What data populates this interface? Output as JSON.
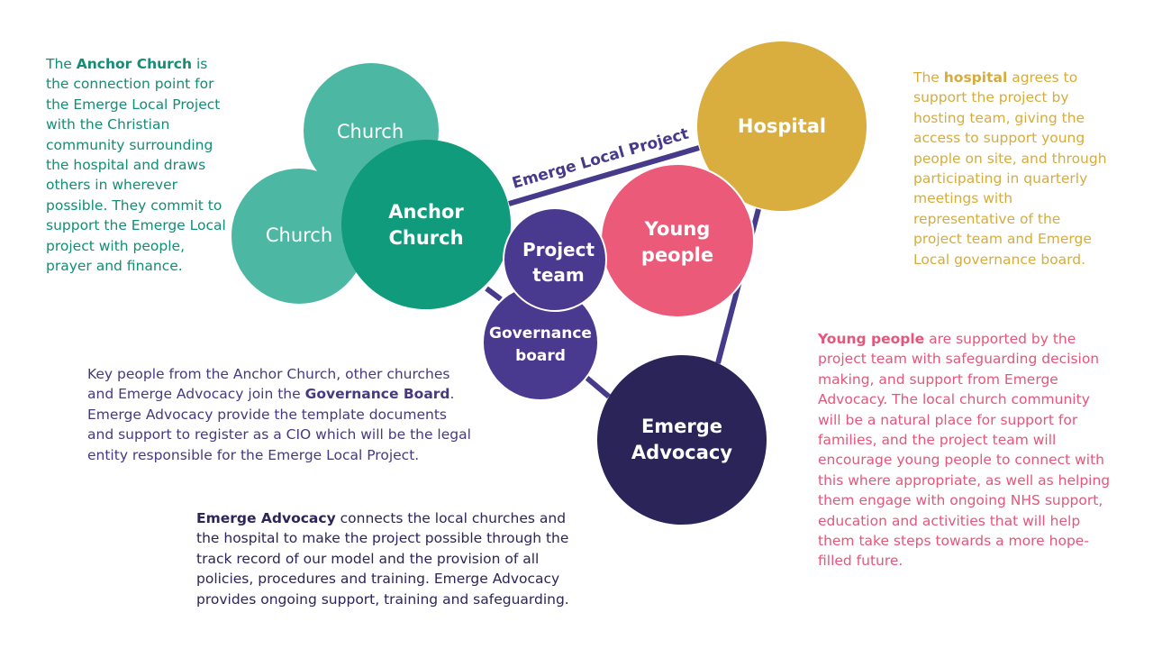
{
  "project_label": "Emerge Local Project",
  "nodes": {
    "church_top": "Church",
    "church_left": "Church",
    "anchor_church": [
      "Anchor",
      "Church"
    ],
    "hospital": "Hospital",
    "project_team": [
      "Project",
      "team"
    ],
    "young_people": [
      "Young",
      "people"
    ],
    "governance_board": [
      "Governance",
      "board"
    ],
    "emerge_advocacy": [
      "Emerge",
      "Advocacy"
    ]
  },
  "paragraphs": {
    "anchor": {
      "lead": "The ",
      "bold": "Anchor Church",
      "rest": " is the connection point for the Emerge Local Project with the Christian community surrounding the hospital and draws others in wherever possible.  They commit to support the Emerge Local project with people, prayer and finance."
    },
    "hospital": {
      "lead": "The ",
      "bold": "hospital",
      "rest": " agrees to support the project by hosting team, giving the access to support young people on site, and through participating in quarterly meetings with representative of the project team and Emerge Local governance board."
    },
    "young": {
      "bold": "Young people",
      "rest": " are supported by the project team with safeguarding decision making, and support from Emerge Advocacy.  The local church community will be a natural place for support for families, and the project team will encourage young people to connect with this where appropriate, as well as helping them engage with ongoing NHS support, education and activities that will help them take steps towards a more hope-filled future."
    },
    "governance": {
      "lead": "Key people from the Anchor Church, other churches and Emerge Advocacy join the ",
      "bold": "Governance Board",
      "rest": ". Emerge Advocacy provide the template documents and support to register as a CIO which will be the legal entity responsible for the Emerge Local Project."
    },
    "emerge": {
      "bold": "Emerge Advocacy",
      "rest": " connects the local churches and the hospital to make the project possible through the track record of our model and the provision of all policies, procedures and training. Emerge Advocacy provides ongoing support, training and safeguarding."
    }
  },
  "colors": {
    "church": "#4cb8a3",
    "anchor_church": "#0f9b7c",
    "hospital": "#d9ae3e",
    "young_people": "#eb5a78",
    "project_team": "#4a3a8f",
    "governance_board": "#4a3a8f",
    "emerge_advocacy": "#2b2459",
    "connector": "#463a8a"
  }
}
